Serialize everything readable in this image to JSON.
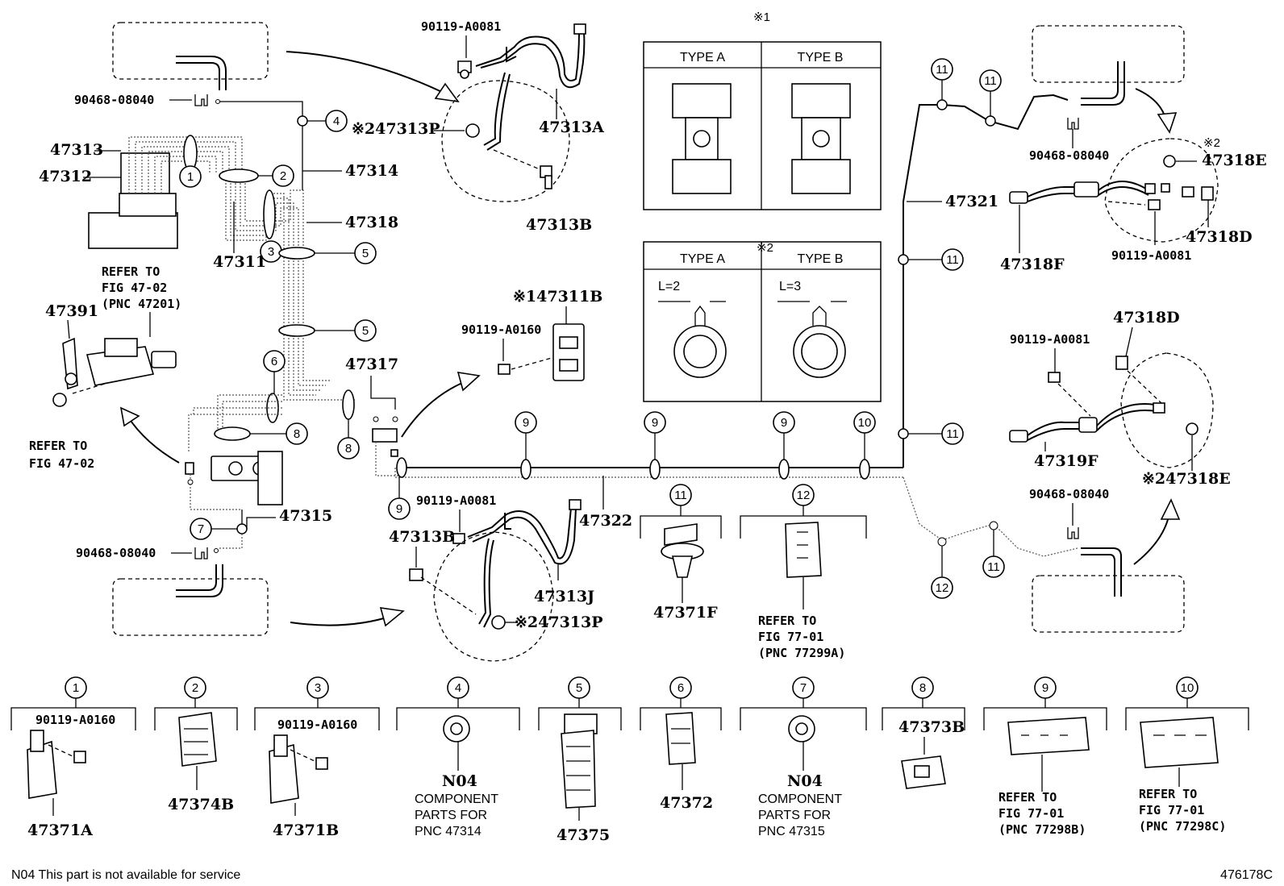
{
  "labels": {
    "p47313": "47313",
    "p47312": "47312",
    "p47311": "47311",
    "p47314": "47314",
    "p47318": "47318",
    "p47317": "47317",
    "p47315": "47315",
    "p47391": "47391",
    "p90468_top": "90468-08040",
    "p90468_bot": "90468-08040",
    "p90119_a0081_top": "90119-A0081",
    "p47313P_top": "※247313P",
    "p47313A": "47313A",
    "p47313B_top": "47313B",
    "p47311B": "※147311B",
    "p90119_a0160_mid": "90119-A0160",
    "p90119_a0081_bot": "90119-A0081",
    "p47313B_bot": "47313B",
    "p47313J": "47313J",
    "p47313P_bot": "※247313P",
    "p47322": "47322",
    "p47321": "47321",
    "p90468_right_top": "90468-08040",
    "p47318E_top": "※2",
    "p47318E_top2": "47318E",
    "p47318D_top": "47318D",
    "p47318F": "47318F",
    "p90119_a0081_r1": "90119-A0081",
    "p47318D_mid": "47318D",
    "p90119_a0081_r2": "90119-A0081",
    "p47319F": "47319F",
    "p47318E_bot": "※247318E",
    "p90468_right_bot": "90468-08040",
    "p47371F": "47371F"
  },
  "refs": {
    "ref_fig47_top_1": "REFER TO",
    "ref_fig47_top_2": "FIG 47-02",
    "ref_fig47_top_3": "(PNC 47201)",
    "ref_fig47_left_1": "REFER TO",
    "ref_fig47_left_2": "FIG 47-02",
    "ref_77299_1": "REFER TO",
    "ref_77299_2": "FIG 77-01",
    "ref_77299_3": "(PNC 77299A)"
  },
  "callouts": [
    "1",
    "2",
    "3",
    "4",
    "5",
    "6",
    "7",
    "8",
    "9",
    "10",
    "11",
    "12"
  ],
  "type_boxes": {
    "box1_mark": "※1",
    "box2_mark": "※2",
    "type_a": "TYPE A",
    "type_b": "TYPE B",
    "l2": "L=2",
    "l3": "L=3"
  },
  "legend": [
    {
      "num": "1",
      "sub": "90119-A0160",
      "part": "47371A"
    },
    {
      "num": "2",
      "part": "47374B"
    },
    {
      "num": "3",
      "sub": "90119-A0160",
      "part": "47371B"
    },
    {
      "num": "4",
      "code": "N04",
      "desc1": "COMPONENT",
      "desc2": "PARTS FOR",
      "desc3": "PNC 47314"
    },
    {
      "num": "5",
      "part": "47375"
    },
    {
      "num": "6",
      "part": "47372"
    },
    {
      "num": "7",
      "code": "N04",
      "desc1": "COMPONENT",
      "desc2": "PARTS FOR",
      "desc3": "PNC 47315"
    },
    {
      "num": "8",
      "part": "47373B"
    },
    {
      "num": "9",
      "ref1": "REFER TO",
      "ref2": "FIG 77-01",
      "ref3": "(PNC 77298B)"
    },
    {
      "num": "10",
      "ref1": "REFER TO",
      "ref2": "FIG 77-01",
      "ref3": "(PNC 77298C)"
    }
  ],
  "footer": {
    "note": "N04 This part is not available for service",
    "fig_id": "476178C"
  }
}
